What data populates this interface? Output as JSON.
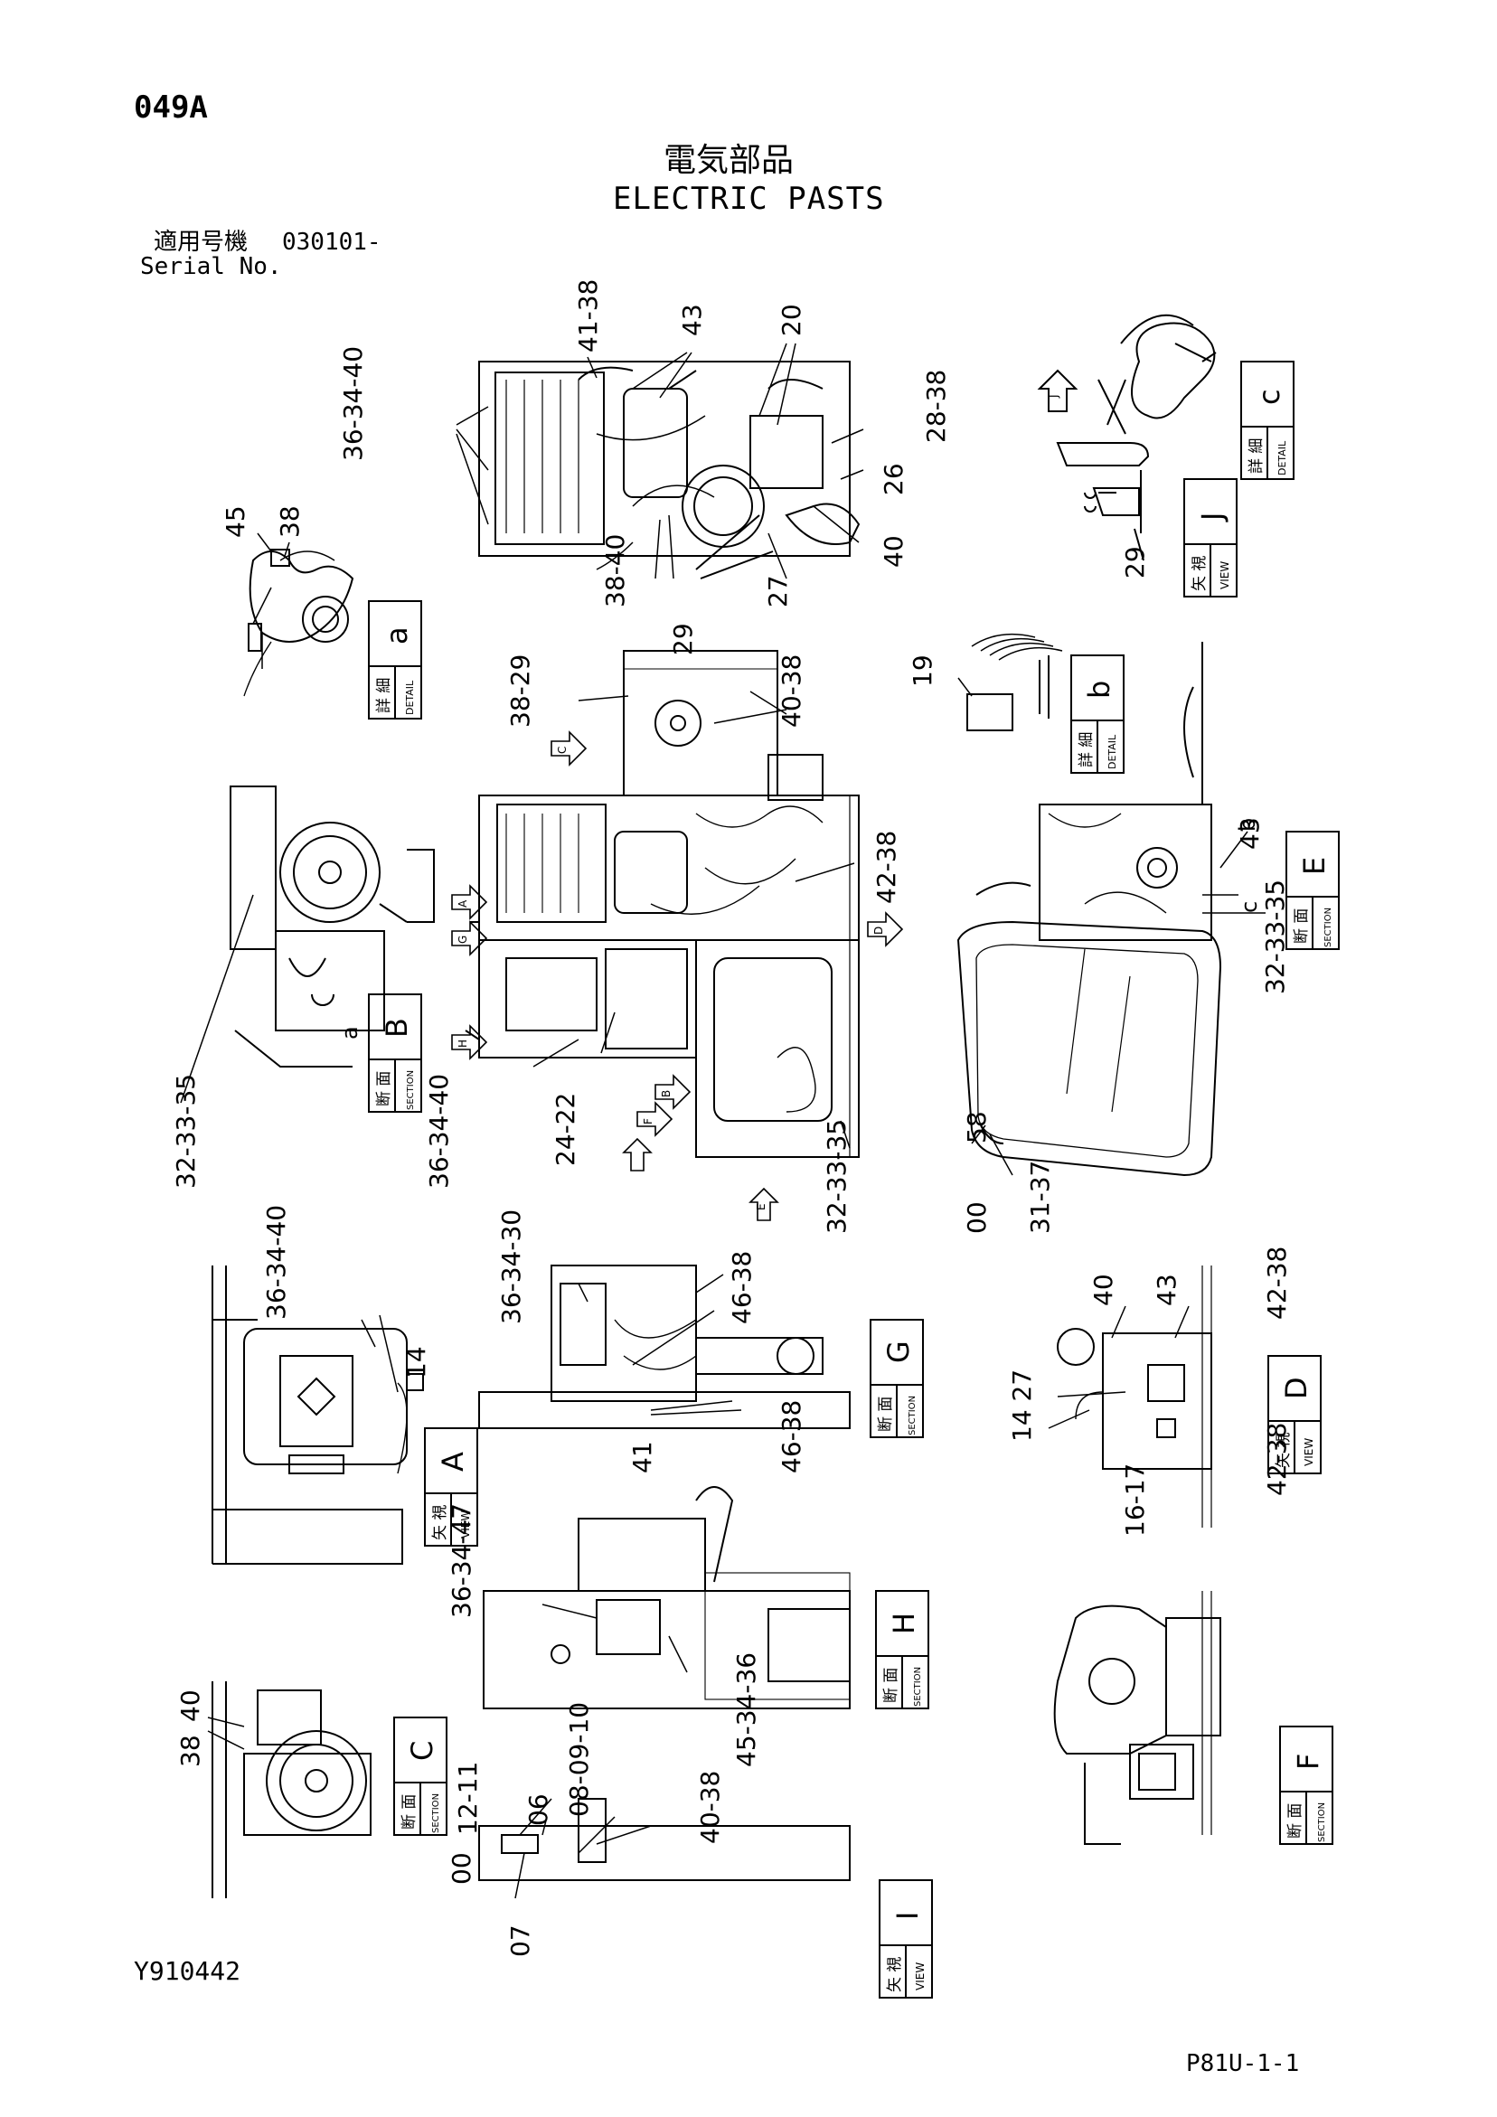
{
  "header": {
    "page_code": "049A",
    "title_jp": "電気部品",
    "title_en": "ELECTRIC PASTS",
    "serial_label_jp": "適用号機",
    "serial_number": "030101-",
    "serial_label_en": "Serial No."
  },
  "footer": {
    "drawing_number": "Y910442",
    "page_reference": "P81U-1-1"
  },
  "views": {
    "detail_a": {
      "kanji": "詳 細",
      "word": "DETAIL",
      "letter": "a"
    },
    "detail_b": {
      "kanji": "詳 細",
      "word": "DETAIL",
      "letter": "b"
    },
    "detail_c": {
      "kanji": "詳 細",
      "word": "DETAIL",
      "letter": "c"
    },
    "view_j": {
      "kanji": "矢 視",
      "word": "VIEW",
      "letter": "J"
    },
    "section_b": {
      "kanji": "断 面",
      "word": "SECTION",
      "letter": "B"
    },
    "section_e": {
      "kanji": "断 面",
      "word": "SECTION",
      "letter": "E"
    },
    "view_a": {
      "kanji": "矢 視",
      "word": "VIEW",
      "letter": "A"
    },
    "section_g": {
      "kanji": "断 面",
      "word": "SECTION",
      "letter": "G"
    },
    "view_d": {
      "kanji": "矢 視",
      "word": "VIEW",
      "letter": "D"
    },
    "section_h": {
      "kanji": "断 面",
      "word": "SECTION",
      "letter": "H"
    },
    "section_c": {
      "kanji": "断 面",
      "word": "SECTION",
      "letter": "C"
    },
    "section_f": {
      "kanji": "断 面",
      "word": "SECTION",
      "letter": "F"
    },
    "view_i": {
      "kanji": "矢 視",
      "word": "VIEW",
      "letter": "I"
    }
  },
  "callouts": {
    "top_41_38": "41-38",
    "top_43": "43",
    "top_20": "20",
    "top_36_34_40": "36-34-40",
    "top_28_38": "28-38",
    "top_26": "26",
    "top_40": "40",
    "top_27": "27",
    "top_38_40": "38-40",
    "det_a_45": "45",
    "det_a_38": "38",
    "det_c_29": "29",
    "mid_29": "29",
    "mid_38_29": "38-29",
    "mid_40_38": "40-38",
    "det_b_19": "19",
    "mid_42_38": "42-38",
    "sec_e_43": "43",
    "sec_e_b": "b",
    "sec_e_c": "c",
    "sec_e_32_33_35": "32-33-35",
    "sec_b_a": "a",
    "sec_b_32_33_35": "32-33-35",
    "mid_36_34_40": "36-34-40",
    "mid_24_22": "24-22",
    "mid_32_33_35": "32-33-35",
    "cab_58": "58",
    "cab_00": "00",
    "cab_31_37": "31-37",
    "view_a_36_34_40": "36-34-40",
    "view_a_14": "14",
    "sec_g_36_34_30": "36-34-30",
    "sec_g_46_38_top": "46-38",
    "sec_g_41": "41",
    "sec_g_46_38_bottom": "46-38",
    "view_d_40": "40",
    "view_d_43": "43",
    "view_d_42_38_top": "42-38",
    "view_d_14_27": "14 27",
    "view_d_16_17": "16-17",
    "view_d_42_38_bottom": "42-38",
    "sec_h_36_34_47": "36-34-47",
    "sec_h_45_34_36": "45-34-36",
    "sec_c_40": "40",
    "sec_c_38": "38",
    "view_i_08_09_10": "08-09-10",
    "view_i_12_11": "12-11",
    "view_i_06": "06",
    "view_i_40_38": "40-38",
    "view_i_00": "00",
    "view_i_07": "07"
  },
  "arrow_markers": [
    "J",
    "C",
    "A",
    "G",
    "H",
    "D",
    "B",
    "F",
    "E"
  ]
}
